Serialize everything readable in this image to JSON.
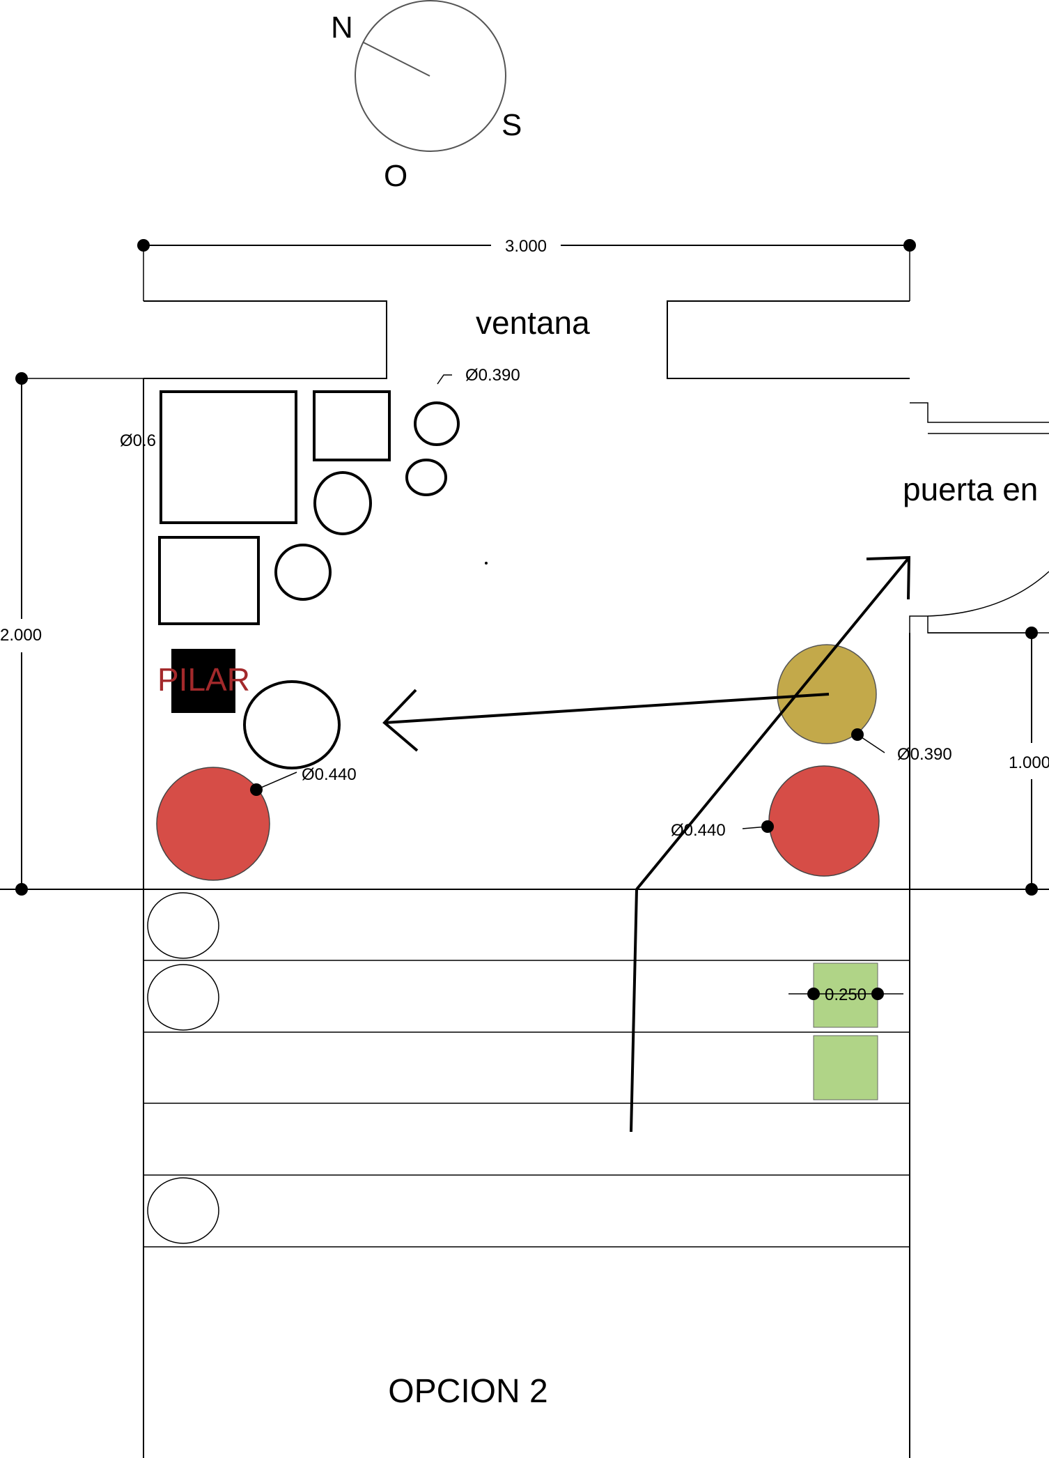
{
  "compass": {
    "north": "N",
    "south": "S",
    "west": "O"
  },
  "dimensions": {
    "width": "3.000",
    "height": "2.000",
    "side": "1.000"
  },
  "labels": {
    "window": "ventana",
    "door": "puerta en",
    "pillar": "PILAR",
    "option": "OPCION 2"
  },
  "annotations": {
    "d_top_circle": "Ø0.390",
    "d_large_square": "Ø0.6",
    "d_left_red": "Ø0.440",
    "d_olive": "Ø0.390",
    "d_right_red": "Ø0.440",
    "d_green": "0.250"
  },
  "colors": {
    "red": "#d64d47",
    "olive": "#c3a94a",
    "green": "#b0d487",
    "pillar_text": "#a3292b"
  }
}
